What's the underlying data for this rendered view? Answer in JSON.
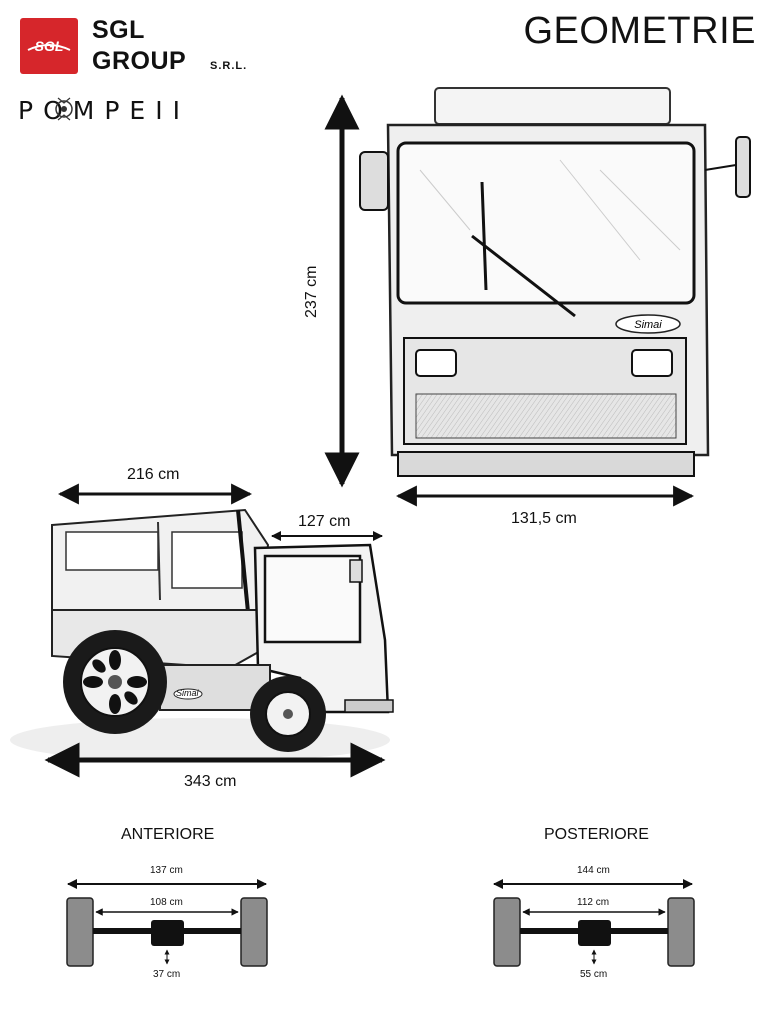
{
  "brand": {
    "line1": "SGL",
    "line2": "GROUP",
    "suffix": "S.R.L.",
    "logo_text": "SGL",
    "logo_color": "#d6262b"
  },
  "product": {
    "name": "POMPEII"
  },
  "page": {
    "title": "GEOMETRIE"
  },
  "front_view": {
    "height": "237 cm",
    "width": "131,5 cm"
  },
  "side_view": {
    "cargo_length": "216 cm",
    "cab_length": "127 cm",
    "total_length": "343 cm"
  },
  "vehicle_badge": "Simai",
  "axles": {
    "front": {
      "title": "ANTERIORE",
      "outer": "137 cm",
      "inner": "108 cm",
      "ground": "37 cm"
    },
    "rear": {
      "title": "POSTERIORE",
      "outer": "144 cm",
      "inner": "112 cm",
      "ground": "55 cm"
    }
  },
  "icons": {
    "logo": "sgl-logo-icon",
    "ornament": "ornament-icon"
  }
}
